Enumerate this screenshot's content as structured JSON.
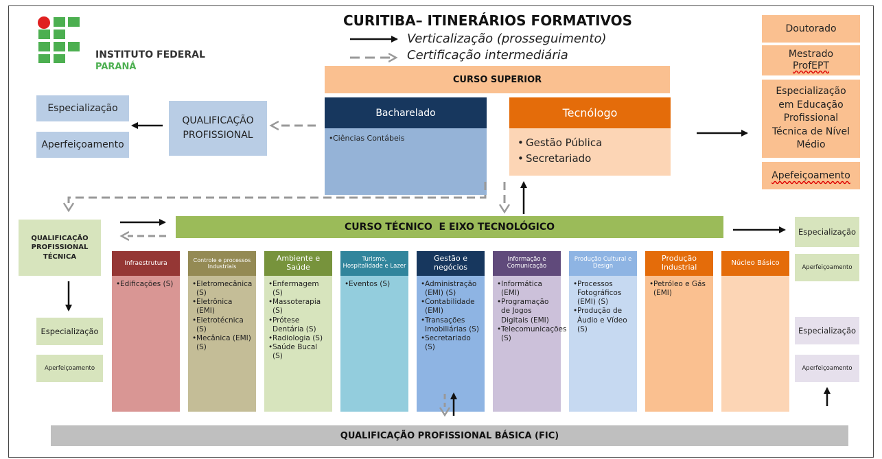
{
  "title": "CURITIBA– ITINERÁRIOS FORMATIVOS",
  "legend": {
    "solid": "Verticalização (prosseguimento)",
    "dashed": "Certificação intermediária"
  },
  "logo": {
    "line1": "INSTITUTO FEDERAL",
    "line2": "PARANÁ"
  },
  "right_top": {
    "doutorado": "Doutorado",
    "mestrado": "Mestrado",
    "mestrado_sub": "ProfEPT",
    "especializacao": "Especialização em Educação Profissional Técnica de Nível Médio",
    "aperfeicoamento": "Apefeiçoamento"
  },
  "superior": {
    "header": "CURSO SUPERIOR",
    "bacharelado": {
      "title": "Bacharelado",
      "items": [
        "Ciências Contábeis"
      ]
    },
    "tecnologo": {
      "title": "Tecnólogo",
      "items": [
        "Gestão Pública",
        "Secretariado"
      ]
    }
  },
  "qualificacao_profissional": "QUALIFICAÇÃO PROFISSIONAL",
  "left_top": {
    "especializacao": "Especialização",
    "aperfeicoamento": "Aperfeiçoamento"
  },
  "qualificacao_tecnica": "QUALIFICAÇÃO PROFISSIONAL TÉCNICA",
  "left_bottom": {
    "especializacao": "Especialização",
    "aperfeicoamento": "Aperfeiçoamento"
  },
  "tecnico_header": "CURSO TÉCNICO  E EIXO TECNOLÓGICO",
  "right_mid": {
    "especializacao": "Especialização",
    "aperfeicoamento": "Aperfeiçoamento"
  },
  "right_bottom": {
    "especializacao": "Especialização",
    "aperfeicoamento": "Aperfeiçoamento"
  },
  "eixos": [
    {
      "name": "Infraestrutura",
      "items": [
        "Edificações (S)"
      ],
      "head_color": "#953735",
      "body_color": "#d99694"
    },
    {
      "name": "Controle e processos Industriais",
      "items": [
        "Eletromecânica (S)",
        "Eletrônica (EMI)",
        "Eletrotécnica (S)",
        "Mecânica (EMI) (S)"
      ],
      "head_color": "#948a54",
      "body_color": "#c4bd97"
    },
    {
      "name": "Ambiente e Saúde",
      "items": [
        "Enfermagem (S)",
        "Massoterapia (S)",
        "Prótese Dentária (S)",
        "Radiologia (S)",
        "Saúde Bucal (S)"
      ],
      "head_color": "#77933c",
      "body_color": "#d7e4bd"
    },
    {
      "name": "Turismo, Hospitalidade e Lazer",
      "items": [
        "Eventos (S)"
      ],
      "head_color": "#31859c",
      "body_color": "#93cddd"
    },
    {
      "name": "Gestão e negócios",
      "items": [
        "Administração (EMI) (S)",
        "Contabilidade (EMI)",
        "Transações Imobiliárias (S)",
        "Secretariado (S)"
      ],
      "head_color": "#17375e",
      "body_color": "#8eb4e3"
    },
    {
      "name": "Informação e Comunicação",
      "items": [
        "Informática (EMI)",
        "Programação de Jogos Digitais (EMI)",
        "Telecomunicações (S)"
      ],
      "head_color": "#604a7b",
      "body_color": "#ccc1da"
    },
    {
      "name": "Produção Cultural e Design",
      "items": [
        "Processos Fotográficos (EMI) (S)",
        "Produção de Áudio e Vídeo (S)"
      ],
      "head_color": "#8eb4e3",
      "body_color": "#c6d9f1"
    },
    {
      "name": "Produção Industrial",
      "items": [
        "Petróleo e Gás (EMI)"
      ],
      "head_color": "#e46c0a",
      "body_color": "#fac090"
    },
    {
      "name": "Núcleo Básico",
      "items": [],
      "head_color": "#e46c0a",
      "body_color": "#fcd5b5"
    }
  ],
  "fic": "QUALIFICAÇÃO PROFISSIONAL BÁSICA (FIC)",
  "colors": {
    "peach": "#fac090",
    "peach_light": "#fcd5b5",
    "blue_light": "#b9cde5",
    "green_header": "#9bbb59",
    "green_light": "#d7e4bd",
    "lavender": "#e6e0ec",
    "navy": "#17375e",
    "orange": "#e46c0a",
    "blue_body": "#95b3d7",
    "gray_bar": "#bfbfbf"
  }
}
